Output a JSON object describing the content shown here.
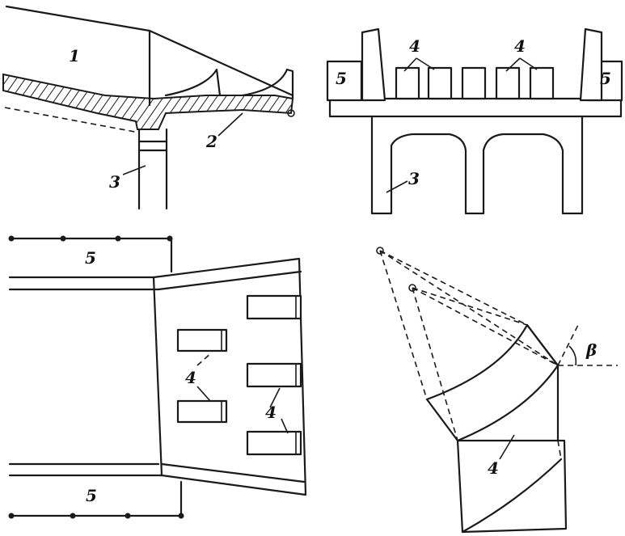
{
  "figure": {
    "panel_a": {
      "label_1": "1",
      "label_2": "2",
      "label_3": "3"
    },
    "panel_b": {
      "label_4_left": "4",
      "label_4_right": "4",
      "label_5_left": "5",
      "label_5_right": "5",
      "label_3": "3"
    },
    "panel_c": {
      "label_5_top": "5",
      "label_5_bottom": "5",
      "label_4_center": "4",
      "label_4_right": "4"
    },
    "panel_d": {
      "label_4": "4",
      "label_beta": "β"
    }
  }
}
